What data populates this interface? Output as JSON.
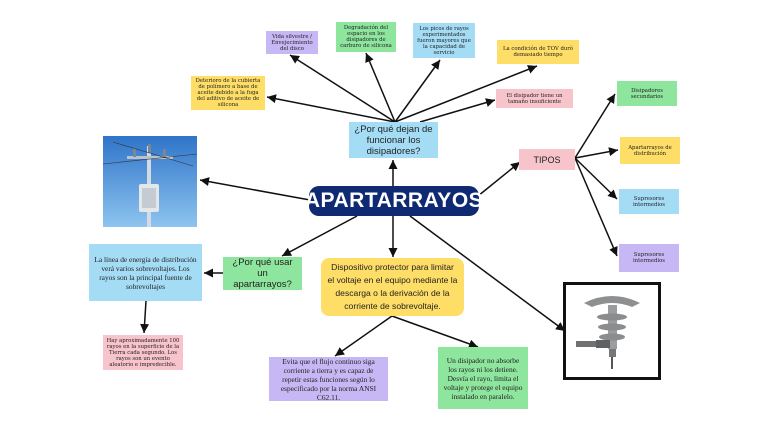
{
  "central": "APARTARRAYOS",
  "question_why_fail": "¿Por qué dejan de funcionar los disipadores?",
  "reasons": [
    "Deterioro de la cubierta de polímero a base de aceite debido a la fuga del aditivo de aceite de silicona",
    "Vida silvestre / Envejecimiento del disco",
    "Degradación del espacio en los disipadores de carburo de silicona",
    "Los picos de rayos experimentados fueron mayores que la capacidad de servicio",
    "La condición de TOV durò demasiado tiempo",
    "El disipador tiene un tamaño insuficiente"
  ],
  "tipos_label": "TIPOS",
  "tipos": [
    "Disipadores secundarios",
    "Apartarrayos de distribución",
    "Supresores intermedios",
    "Supresores intermedios"
  ],
  "question_why_use": "¿Por qué usar un apartarrayos?",
  "why_use_text": "La línea de energía de distribución verá varios sobrevoltajes. Los rayos son la principal fuente de sobrevoltajes",
  "lightning_fact": "Hay aproximadamente 100 rayos en la superficie de la Tierra cada segundo. Los rayos son un evento aleatorio e impredecible.",
  "definition": "Dispositivo protector para limitar el voltaje en el equipo mediante la descarga o la derivación de la corriente de sobrevoltaje.",
  "function_1": "Evita que el flujo continuo siga corriente a tierra y es capaz de repetir estas funciones según lo especificado por la norma ANSI C62.11.",
  "function_2": "Un disipador no absorbe los rayos ni los detiene. Desvía el rayo, limita el voltaje y protege el equipo instalado en paralelo.",
  "colors": {
    "central": "#0f2a72",
    "pink": "#f8c4cb",
    "purple": "#c7b7f4",
    "green": "#8ee59d",
    "blue": "#a4dcf6",
    "yellow": "#ffde67"
  }
}
